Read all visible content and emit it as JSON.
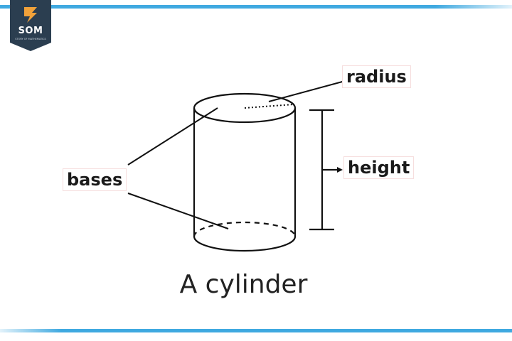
{
  "brand": {
    "name": "SOM",
    "tagline": "STORY OF MATHEMATICS",
    "color": "#2b3e50",
    "accent": "#3fa9e0"
  },
  "diagram": {
    "labels": {
      "radius": "radius",
      "height": "height",
      "bases": "bases"
    },
    "caption": "A cylinder"
  }
}
